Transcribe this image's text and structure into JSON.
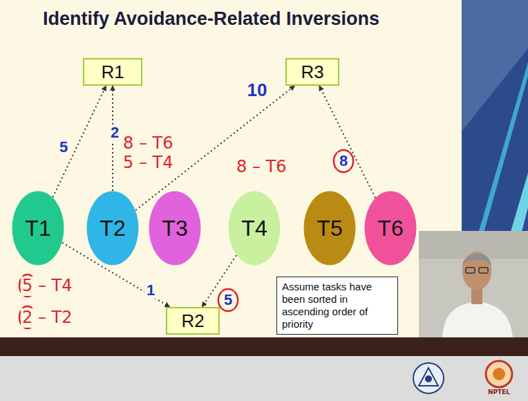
{
  "diagram": {
    "title": "Identify Avoidance-Related Inversions",
    "nodes": [
      {
        "text": [
          "R1"
        ]
      },
      {
        "text": [
          "R3"
        ]
      },
      {
        "text": [
          "T1"
        ]
      },
      {
        "text": [
          "T2"
        ]
      },
      {
        "text": [
          "T3"
        ]
      },
      {
        "text": [
          "T4"
        ]
      },
      {
        "text": [
          "T5"
        ]
      },
      {
        "text": [
          "T6"
        ]
      },
      {
        "text": [
          "R2"
        ]
      },
      {
        "text": [
          "Assume tasks have been sorted in ascending order of priority"
        ]
      }
    ],
    "edges": [
      {
        "from": 2,
        "to": 0,
        "arrow": "to",
        "label": "5"
      },
      {
        "from": 3,
        "to": 0,
        "arrow": "to",
        "label": "2"
      },
      {
        "from": 3,
        "to": 1,
        "arrow": "to",
        "label": "10"
      },
      {
        "from": 7,
        "to": 1,
        "arrow": "to",
        "label": "8"
      },
      {
        "from": 2,
        "to": 8,
        "arrow": "to",
        "label": "1"
      },
      {
        "from": 5,
        "to": 8,
        "arrow": "to",
        "label": "5"
      }
    ],
    "labels": [
      "8 – T6",
      "5 – T4",
      "8 – T6",
      "5 – T4",
      "2 – T2",
      "NPTEL"
    ]
  }
}
